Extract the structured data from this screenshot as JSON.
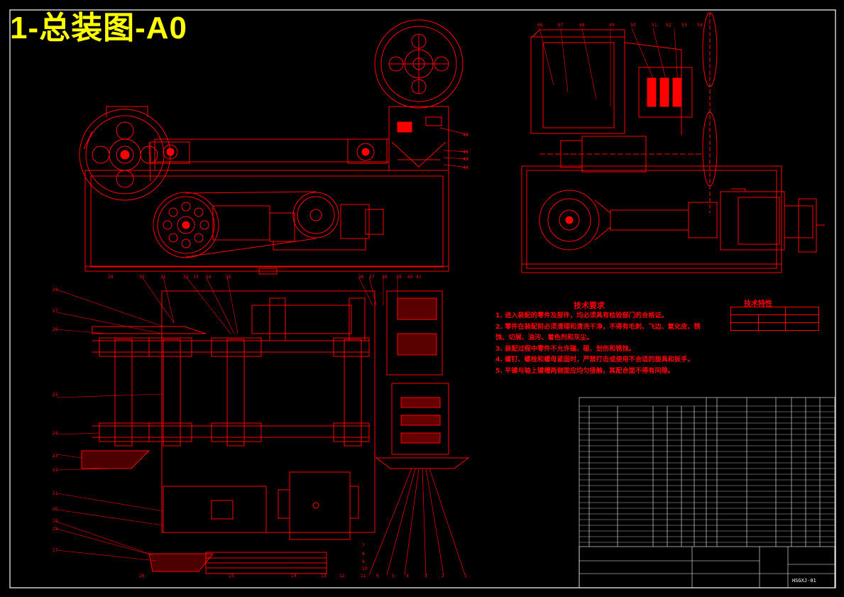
{
  "drawing": {
    "title": "1-总装图-A0",
    "drawing_number": "HSGXJ-01"
  },
  "technical_requirements": {
    "heading": "技术要求",
    "items": [
      "1. 进入装配的零件及部件，均必须具有检验部门的合格证。",
      "2. 零件在装配前必须清理和清洗干净，不得有毛刺、飞边、氧化皮、锈蚀、切屑、油污、着色剂和灰尘。",
      "3. 装配过程中零件不允许磕、碰、划伤和锈蚀。",
      "4. 螺钉、螺栓和螺母紧固时，严禁打击或使用不合适的旋具和扳手。",
      "5. 平键与轴上键槽两侧面应均匀接触，其配合面不得有间隙。"
    ]
  },
  "technical_characteristics": {
    "heading": "技术特性"
  },
  "colors": {
    "background": "#000000",
    "drawing_lines": "#ff0000",
    "frame_lines": "#ffffff",
    "title_text": "#ffff00",
    "annotation_text": "#ff0000"
  }
}
